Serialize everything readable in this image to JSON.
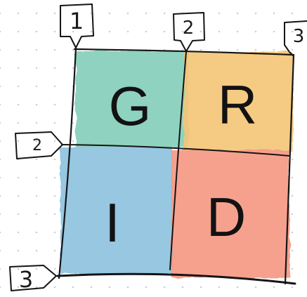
{
  "cells": [
    {
      "letter": "G",
      "color": "#86cfba"
    },
    {
      "letter": "R",
      "color": "#f5c679"
    },
    {
      "letter": "I",
      "color": "#8fc3df"
    },
    {
      "letter": "D",
      "color": "#f69a85"
    }
  ],
  "column_markers": [
    "1",
    "2",
    "3"
  ],
  "row_markers": [
    "2",
    "3"
  ]
}
